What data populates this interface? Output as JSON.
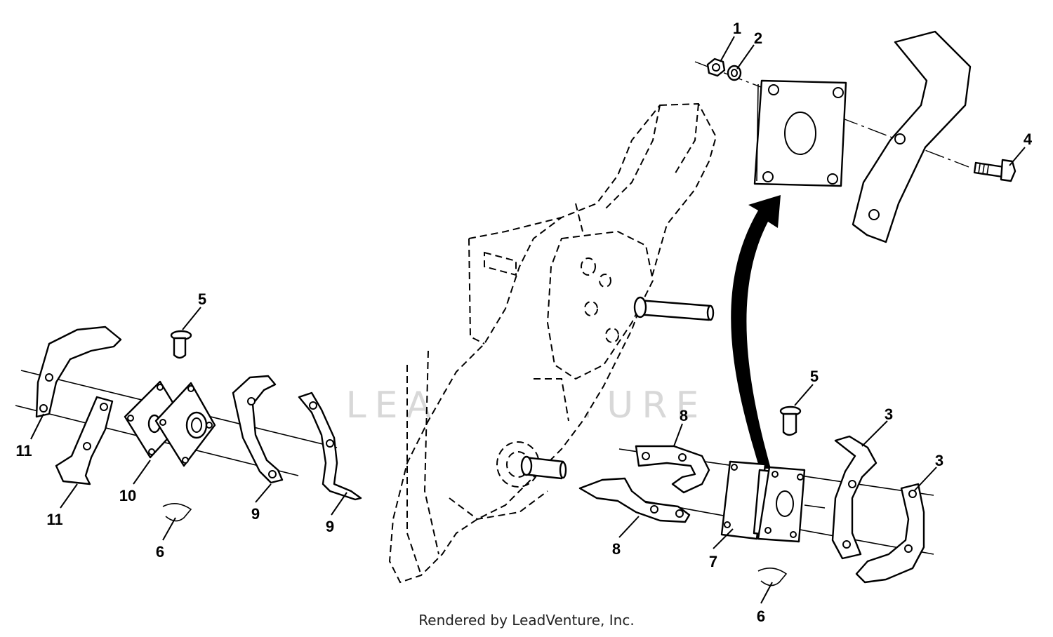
{
  "watermark": "LEADVENTURE",
  "footer": "Rendered by LeadVenture, Inc.",
  "callouts": {
    "c1": "1",
    "c2": "2",
    "c3a": "3",
    "c3b": "3",
    "c4": "4",
    "c5a": "5",
    "c5b": "5",
    "c6a": "6",
    "c6b": "6",
    "c7": "7",
    "c8a": "8",
    "c8b": "8",
    "c9a": "9",
    "c9b": "9",
    "c10": "10",
    "c11a": "11",
    "c11b": "11"
  }
}
